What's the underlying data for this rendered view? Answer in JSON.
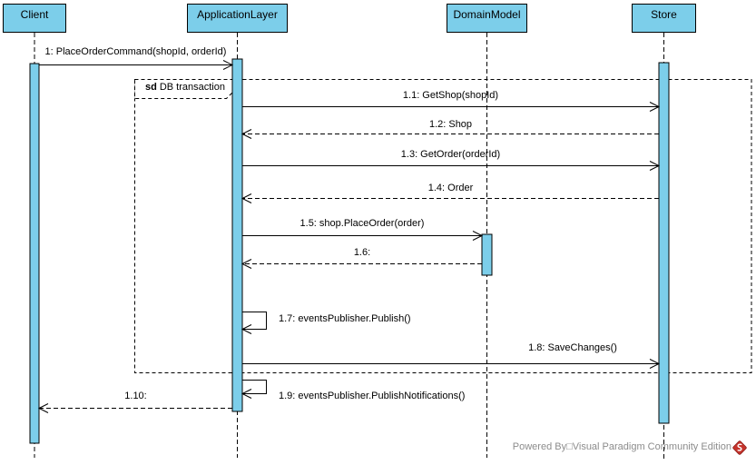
{
  "diagram_type": "uml-sequence-diagram",
  "lifelines": [
    {
      "name": "Client"
    },
    {
      "name": "ApplicationLayer"
    },
    {
      "name": "DomainModel"
    },
    {
      "name": "Store"
    }
  ],
  "fragment": {
    "operator": "sd",
    "name": "DB transaction"
  },
  "messages": [
    {
      "label": "1: PlaceOrderCommand(shopId, orderId)",
      "from": "Client",
      "to": "ApplicationLayer",
      "kind": "sync"
    },
    {
      "label": "1.1: GetShop(shopId)",
      "from": "ApplicationLayer",
      "to": "Store",
      "kind": "sync"
    },
    {
      "label": "1.2: Shop",
      "from": "Store",
      "to": "ApplicationLayer",
      "kind": "return"
    },
    {
      "label": "1.3: GetOrder(orderId)",
      "from": "ApplicationLayer",
      "to": "Store",
      "kind": "sync"
    },
    {
      "label": "1.4: Order",
      "from": "Store",
      "to": "ApplicationLayer",
      "kind": "return"
    },
    {
      "label": "1.5: shop.PlaceOrder(order)",
      "from": "ApplicationLayer",
      "to": "DomainModel",
      "kind": "sync"
    },
    {
      "label": "1.6:",
      "from": "DomainModel",
      "to": "ApplicationLayer",
      "kind": "return"
    },
    {
      "label": "1.7: eventsPublisher.Publish()",
      "from": "ApplicationLayer",
      "to": "ApplicationLayer",
      "kind": "self"
    },
    {
      "label": "1.8: SaveChanges()",
      "from": "ApplicationLayer",
      "to": "Store",
      "kind": "sync"
    },
    {
      "label": "1.9: eventsPublisher.PublishNotifications()",
      "from": "ApplicationLayer",
      "to": "ApplicationLayer",
      "kind": "self"
    },
    {
      "label": "1.10:",
      "from": "ApplicationLayer",
      "to": "Client",
      "kind": "return"
    }
  ],
  "footer": {
    "watermark": "Powered By□Visual Paradigm Community Edition",
    "logo_icon": "visual-paradigm-logo"
  },
  "colors": {
    "shape_fill": "#7CCEEA",
    "shape_border": "#000000",
    "line": "#000000",
    "watermark_text": "#8C8C8C",
    "logo_red": "#C5332B"
  }
}
